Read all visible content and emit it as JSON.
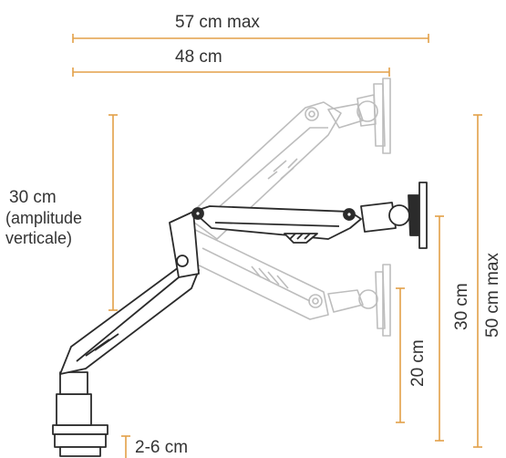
{
  "labels": {
    "max_reach": "57 cm max",
    "reach": "48 cm",
    "vertical_range_line1": "30 cm",
    "vertical_range_line2": "(amplitude",
    "vertical_range_line3": "verticale)",
    "height_low": "20 cm",
    "height_mid": "30 cm",
    "height_max": "50 cm max",
    "clamp_thickness": "2-6 cm"
  },
  "colors": {
    "dimension_line": "#e3a048",
    "arm_main": "#2b2b2b",
    "arm_ghost": "#b9b9b9",
    "text": "#333333"
  }
}
